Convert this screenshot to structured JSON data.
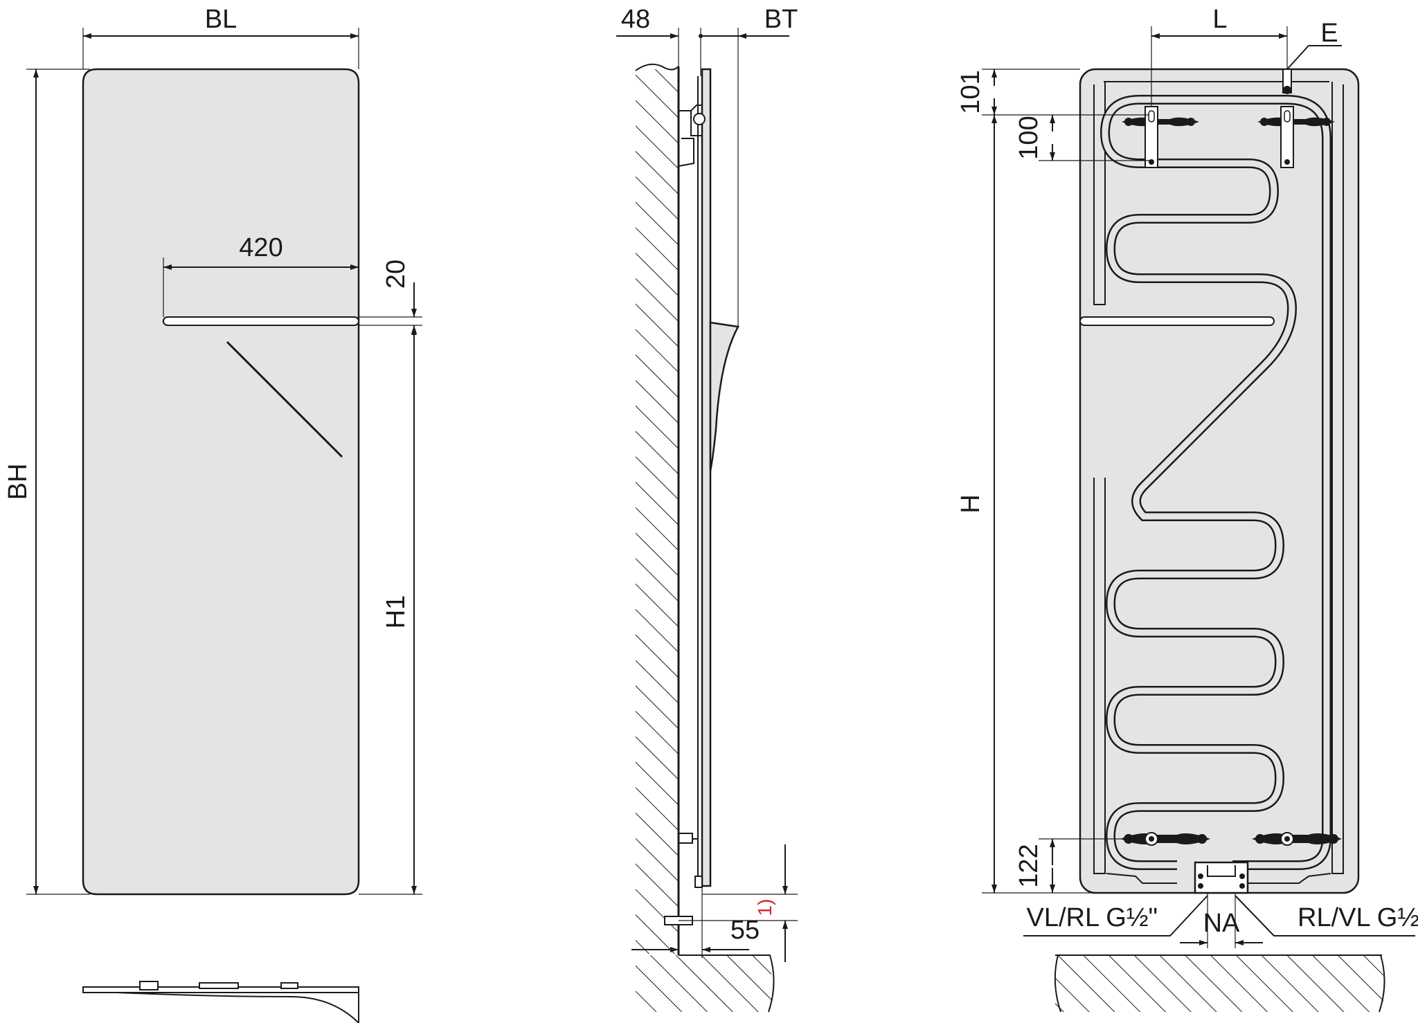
{
  "labels": {
    "bl": "BL",
    "bh": "BH",
    "shelf_width": "420",
    "shelf_thickness": "20",
    "h1": "H1",
    "wall_offset": "48",
    "bt": "BT",
    "footnote": "1)",
    "bottom_offset": "55",
    "l": "L",
    "e": "E",
    "top_101": "101",
    "top_100": "100",
    "h": "H",
    "bottom_122": "122",
    "vl_rl": "VL/RL G½\"",
    "na": "NA",
    "rl_vl": "RL/VL G½\""
  },
  "colors": {
    "panel_fill": "#e4e4e6",
    "line": "#1a1a1a",
    "footnote": "#cc2a2a"
  }
}
